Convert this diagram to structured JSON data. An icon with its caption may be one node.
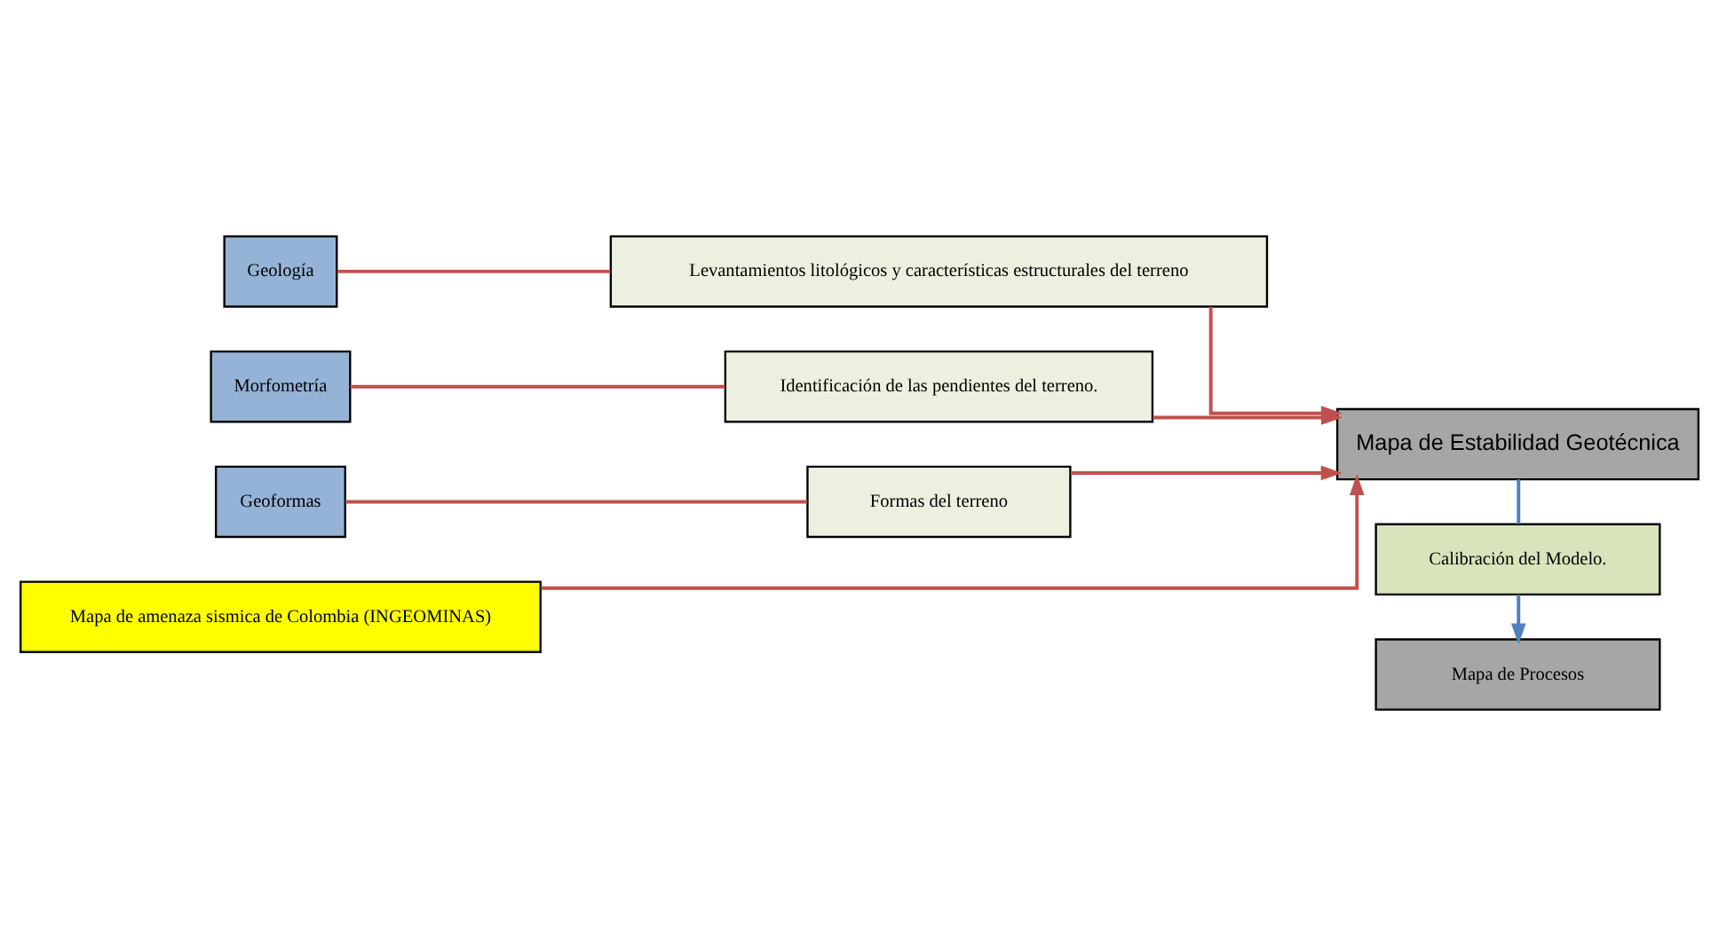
{
  "diagram": {
    "nodes": [
      {
        "text": [
          "Geología"
        ]
      },
      {
        "text": [
          "Levantamientos litológicos y características estructurales del terreno"
        ]
      },
      {
        "text": [
          "Morfometría"
        ]
      },
      {
        "text": [
          "Identificación de las pendientes del terreno."
        ]
      },
      {
        "text": [
          "Geoformas"
        ]
      },
      {
        "text": [
          "Formas del terreno"
        ]
      },
      {
        "text": [
          "Mapa de amenaza sismica de Colombia (INGEOMINAS)"
        ]
      },
      {
        "text": [
          "Mapa de Estabilidad Geotécnica"
        ]
      },
      {
        "text": [
          "Calibración del Modelo."
        ]
      },
      {
        "text": [
          "Mapa de Procesos"
        ]
      }
    ],
    "edges": [
      {
        "from": 0,
        "to": 1,
        "arrow": "none"
      },
      {
        "from": 2,
        "to": 3,
        "arrow": "none"
      },
      {
        "from": 4,
        "to": 5,
        "arrow": "none"
      },
      {
        "from": 1,
        "to": 7,
        "arrow": "to"
      },
      {
        "from": 3,
        "to": 7,
        "arrow": "to"
      },
      {
        "from": 5,
        "to": 7,
        "arrow": "to"
      },
      {
        "from": 6,
        "to": 7,
        "arrow": "to"
      },
      {
        "from": 7,
        "to": 8,
        "arrow": "none",
        "color": "#4f81bd"
      },
      {
        "from": 8,
        "to": 9,
        "arrow": "to",
        "color": "#4f81bd"
      }
    ]
  }
}
